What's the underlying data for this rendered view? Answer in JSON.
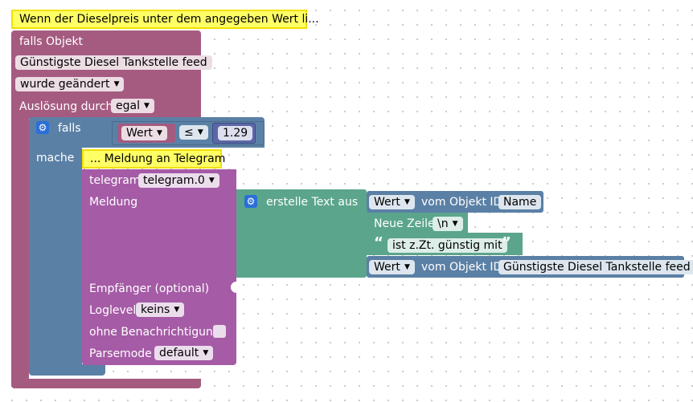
{
  "event_block": {
    "comment": "Wenn der Dieselpreis unter dem angegeben Wert li...",
    "label_falls_objekt": "falls Objekt",
    "object_name": "Günstigste Diesel Tankstelle feed",
    "change_dropdown": "wurde geändert",
    "trigger_label": "Auslösung durch",
    "trigger_value": "egal"
  },
  "if_block": {
    "label_falls": "falls",
    "label_mache": "mache",
    "compare_left": "Wert",
    "operator": "≤",
    "compare_value": "1.29"
  },
  "telegram_block": {
    "comment": "... Meldung an Telegram",
    "label_telegram": "telegram",
    "instance": "telegram.0",
    "label_meldung": "Meldung",
    "label_recipient": "Empfänger (optional)",
    "label_loglevel": "Loglevel",
    "loglevel": "keins",
    "label_silent": "ohne Benachrichtigung",
    "label_parsemode": "Parsemode",
    "parsemode": "default"
  },
  "text_join": {
    "label": "erstelle Text aus",
    "item1": {
      "attr": "Wert",
      "label": "vom Objekt ID",
      "object": "Name"
    },
    "item2": {
      "label": "Neue Zeile",
      "value": "\\n"
    },
    "item3": {
      "open_quote": "“",
      "text": "ist z.Zt. günstig mit",
      "close_quote": "”"
    },
    "item4": {
      "attr": "Wert",
      "label": "vom Objekt ID",
      "object": "Günstigste Diesel Tankstelle feed"
    }
  },
  "colors": {
    "event": "#a55b80",
    "logic": "#5b80a5",
    "telegram": "#a55ba5",
    "text": "#5ba58c",
    "comment": "#ffff66"
  }
}
